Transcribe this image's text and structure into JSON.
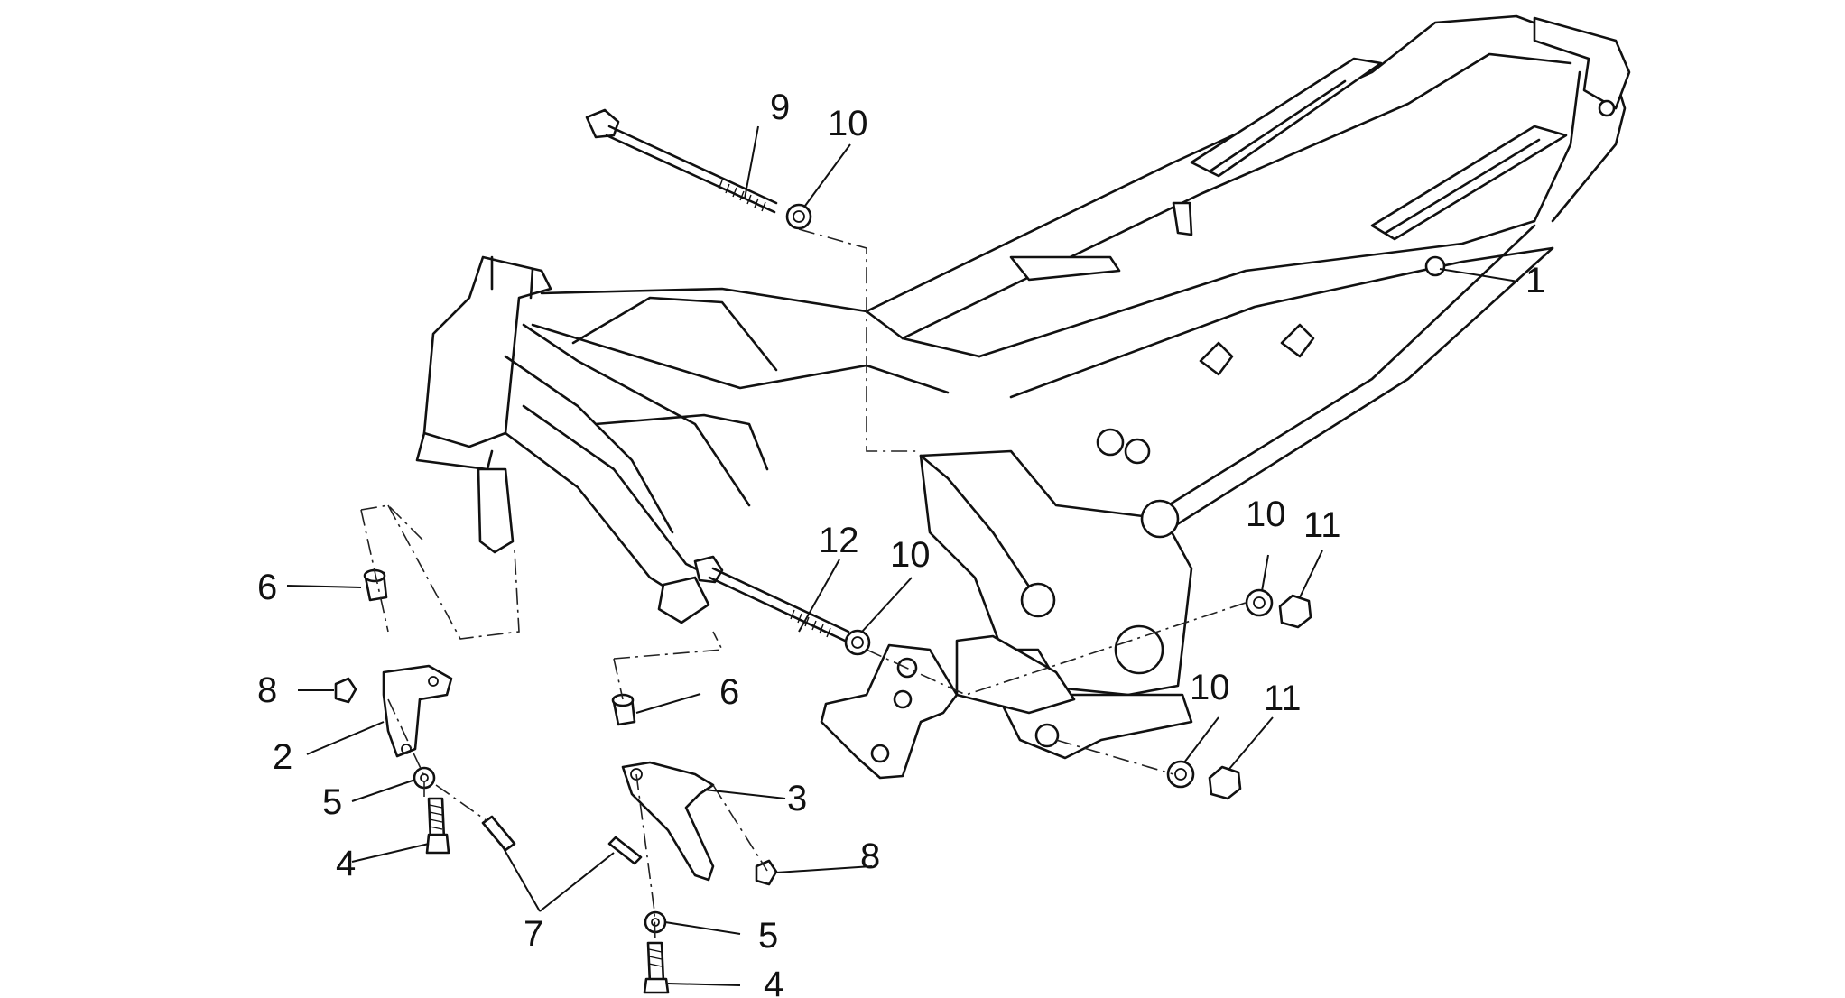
{
  "diagram": {
    "callouts": [
      {
        "id": "c1",
        "text": "1"
      },
      {
        "id": "c2",
        "text": "2"
      },
      {
        "id": "c3",
        "text": "3"
      },
      {
        "id": "c4a",
        "text": "4"
      },
      {
        "id": "c4b",
        "text": "4"
      },
      {
        "id": "c5a",
        "text": "5"
      },
      {
        "id": "c5b",
        "text": "5"
      },
      {
        "id": "c6a",
        "text": "6"
      },
      {
        "id": "c6b",
        "text": "6"
      },
      {
        "id": "c7",
        "text": "7"
      },
      {
        "id": "c8a",
        "text": "8"
      },
      {
        "id": "c8b",
        "text": "8"
      },
      {
        "id": "c9",
        "text": "9"
      },
      {
        "id": "c10a",
        "text": "10"
      },
      {
        "id": "c10b",
        "text": "10"
      },
      {
        "id": "c10c",
        "text": "10"
      },
      {
        "id": "c10d",
        "text": "10"
      },
      {
        "id": "c11a",
        "text": "11"
      },
      {
        "id": "c11b",
        "text": "11"
      },
      {
        "id": "c12",
        "text": "12"
      }
    ]
  }
}
